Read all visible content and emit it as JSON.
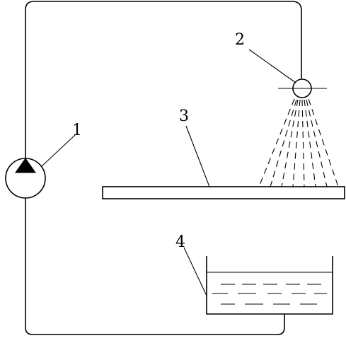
{
  "labels": {
    "pump": "1",
    "nozzle": "2",
    "plate": "3",
    "tank": "4"
  }
}
